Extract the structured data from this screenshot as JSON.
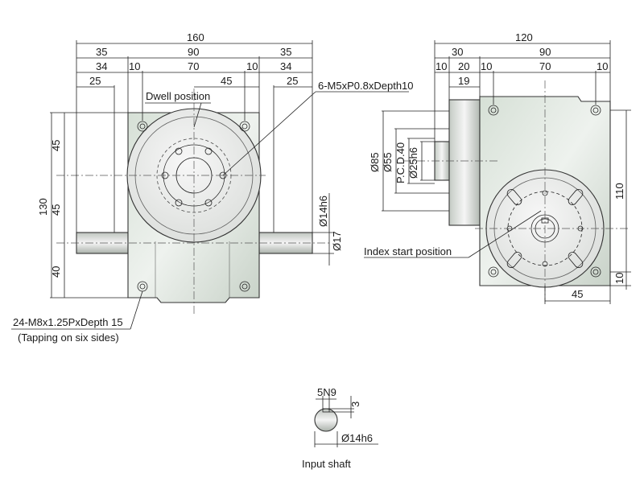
{
  "front_view": {
    "top_dims": [
      "160",
      "35",
      "90",
      "35",
      "34",
      "10",
      "70",
      "10",
      "34",
      "25",
      "45",
      "25"
    ],
    "left_dims": [
      "130",
      "45",
      "45",
      "40"
    ],
    "right_dims": [
      "Ø14h6",
      "Ø17"
    ],
    "callouts": {
      "dwell": "Dwell position",
      "tapping_m5": "6-M5xP0.8xDepth10",
      "tapping_m8_line1": "24-M8x1.25PxDepth 15",
      "tapping_m8_line2": "(Tapping on six sides)"
    }
  },
  "side_view": {
    "top_dims": [
      "120",
      "30",
      "90",
      "10",
      "20",
      "10",
      "70",
      "10",
      "19"
    ],
    "left_dims": [
      "Ø85",
      "Ø55",
      "P.C.D.40",
      "Ø25h6"
    ],
    "right_dims": [
      "110",
      "10"
    ],
    "bottom_dims": [
      "45"
    ],
    "callouts": {
      "index_start": "Index start position"
    }
  },
  "input_shaft": {
    "keyway": "5N9",
    "depth": "3",
    "diameter": "Ø14h6",
    "caption": "Input shaft"
  },
  "colors": {
    "body_fill": "#dfe6df",
    "face_fill": "#eef0ee",
    "line": "#222222"
  }
}
